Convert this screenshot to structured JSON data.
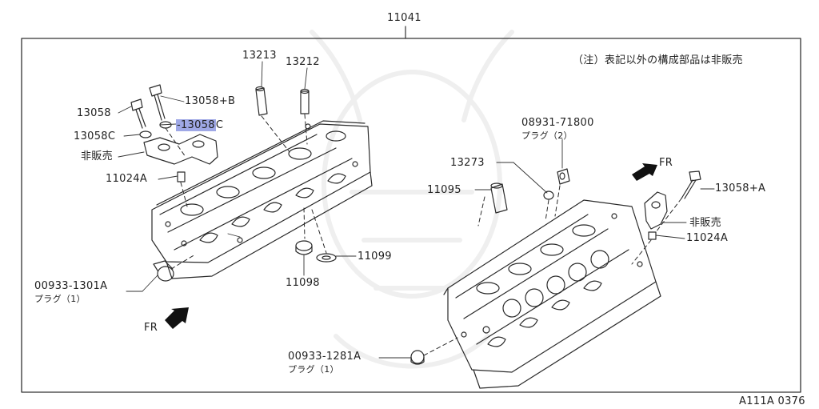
{
  "diagram": {
    "assembly_number": "11041",
    "note": "（注）表記以外の構成部品は非販売",
    "figure_code": "A111A 0376",
    "highlight_color": "#9fa8e6",
    "labels": {
      "p13213": "13213",
      "p13212": "13212",
      "p13058": "13058",
      "p13058b": "13058+B",
      "p13058c_left": "13058C",
      "p13058c_sel": "-13058",
      "p13058c_sel_suffix": "C",
      "not_sold_left": "非販売",
      "p11024a_left": "11024A",
      "p00933_1301a": "00933-1301A",
      "plug1_left": "プラグ（1）",
      "fr_left": "FR",
      "p11099": "11099",
      "p11098": "11098",
      "p08931_71800": "08931-71800",
      "plug2": "プラグ（2）",
      "p13273": "13273",
      "p11095": "11095",
      "fr_right": "FR",
      "p13058a": "13058+A",
      "not_sold_right": "非販売",
      "p11024a_right": "11024A",
      "p00933_1281a": "00933-1281A",
      "plug1_right": "プラグ（1）"
    }
  }
}
